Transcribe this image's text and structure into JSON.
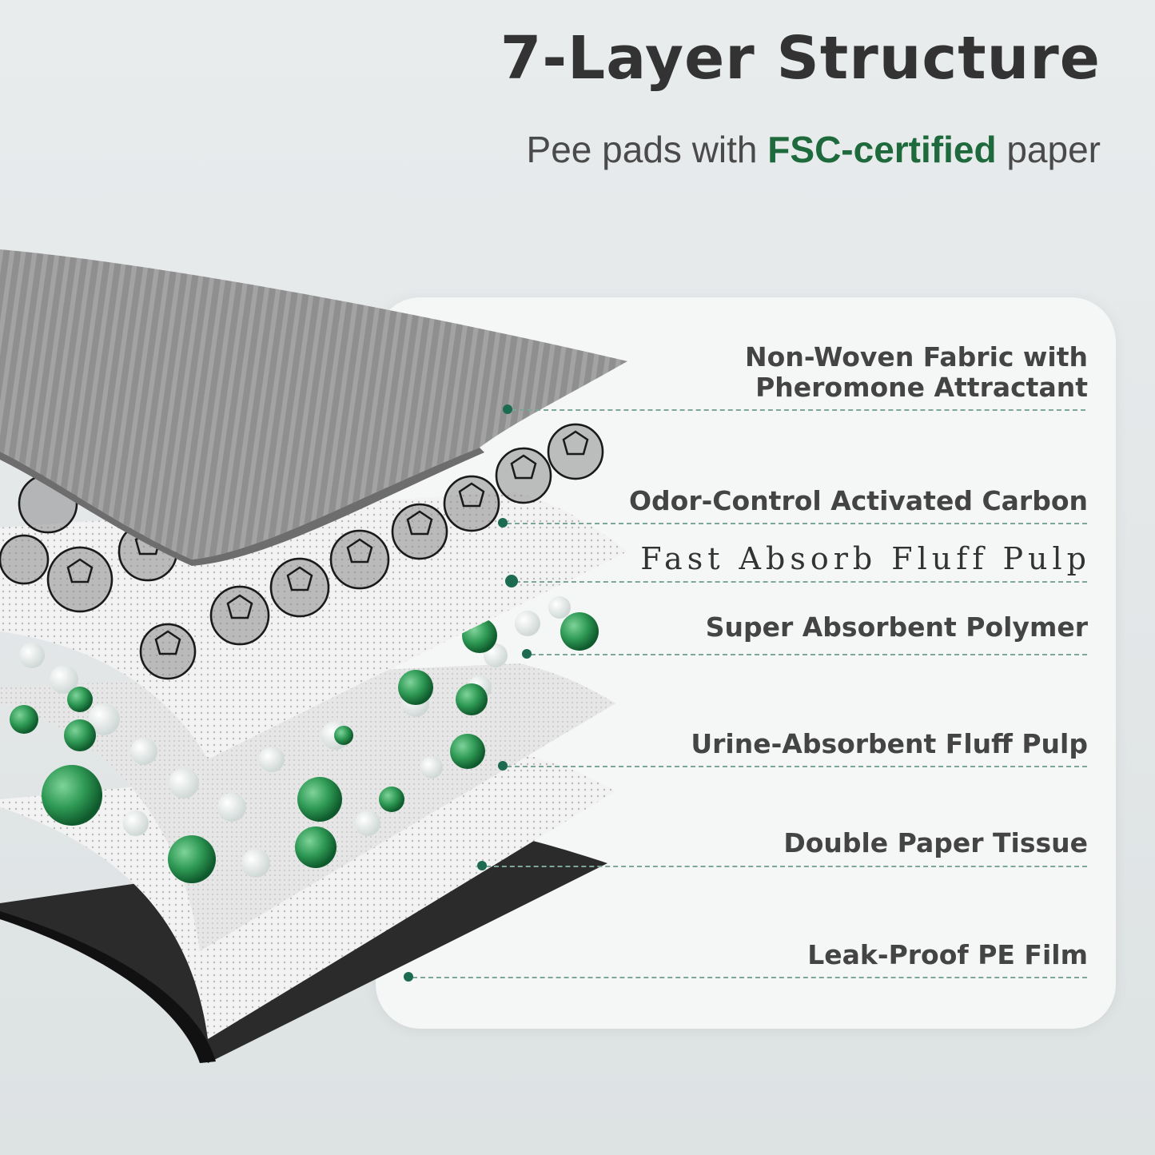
{
  "header": {
    "title": "7-Layer Structure",
    "subtitle_before": "Pee pads with ",
    "subtitle_accent": "FSC-certified",
    "subtitle_after": " paper"
  },
  "colors": {
    "accent_green": "#1e6a3c",
    "guide_line": "#7fa69a",
    "dot": "#1c6b50",
    "card": "#f5f6f6"
  },
  "layers": [
    {
      "line1": "Non-Woven Fabric with",
      "line2": "Pheromone Attractant"
    },
    {
      "line1": "Odor-Control Activated Carbon"
    },
    {
      "line1": "Fast Absorb Fluff Pulp"
    },
    {
      "line1": "Super Absorbent Polymer"
    },
    {
      "line1": "Urine-Absorbent Fluff Pulp"
    },
    {
      "line1": "Double Paper Tissue"
    },
    {
      "line1": "Leak-Proof PE Film"
    }
  ]
}
